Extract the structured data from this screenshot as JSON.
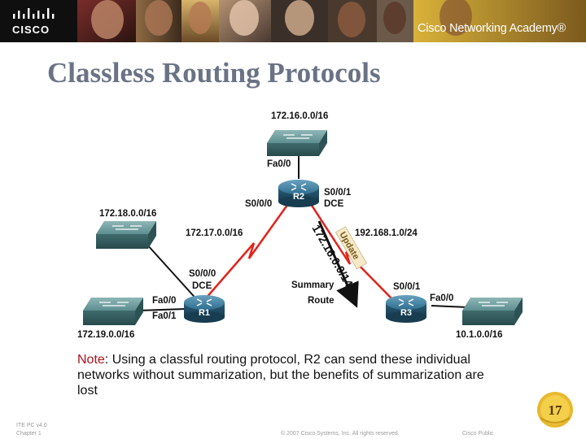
{
  "header": {
    "brand": "CISCO",
    "academy": "Cisco Networking Academy®"
  },
  "slide": {
    "title": "Classless Routing Protocols"
  },
  "diagram": {
    "networks": {
      "r2_lan": "172.16.0.0/16",
      "r1_lan_top": "172.18.0.0/16",
      "r1_lan_bottom": "172.19.0.0/16",
      "r3_lan": "10.1.0.0/16",
      "r1_r2_link": "172.17.0.0/16",
      "r2_r3_link": "192.168.1.0/24"
    },
    "routers": {
      "r1": "R1",
      "r2": "R2",
      "r3": "R3"
    },
    "interfaces": {
      "r2_fa00": "Fa0/0",
      "r2_s000": "S0/0/0",
      "r2_s001": "S0/0/1",
      "r2_dce": "DCE",
      "r1_s000": "S0/0/0",
      "r1_dce": "DCE",
      "r1_fa00": "Fa0/0",
      "r1_fa01": "Fa0/1",
      "r3_s001": "S0/0/1",
      "r3_fa00": "Fa0/0"
    },
    "update_route": "172.16.0.0/14",
    "update_label": "Update",
    "summary_label_1": "Summary",
    "summary_label_2": "Route"
  },
  "note": {
    "keyword": "Note",
    "text": ": Using a classful routing protocol, R2 can send these individual networks without summarization, but the benefits of summarization are lost"
  },
  "footer": {
    "course": "ITE PC v4.0",
    "chapter": "Chapter 1",
    "copyright": "© 2007 Cisco Systems, Inc. All rights reserved.",
    "classification": "Cisco Public",
    "page_number": "17"
  },
  "colors": {
    "title": "#6a7385",
    "serial_link": "#e2231a",
    "note_keyword": "#b0121b",
    "router": "#2f6f8f",
    "switch": "#5a8a8c"
  }
}
